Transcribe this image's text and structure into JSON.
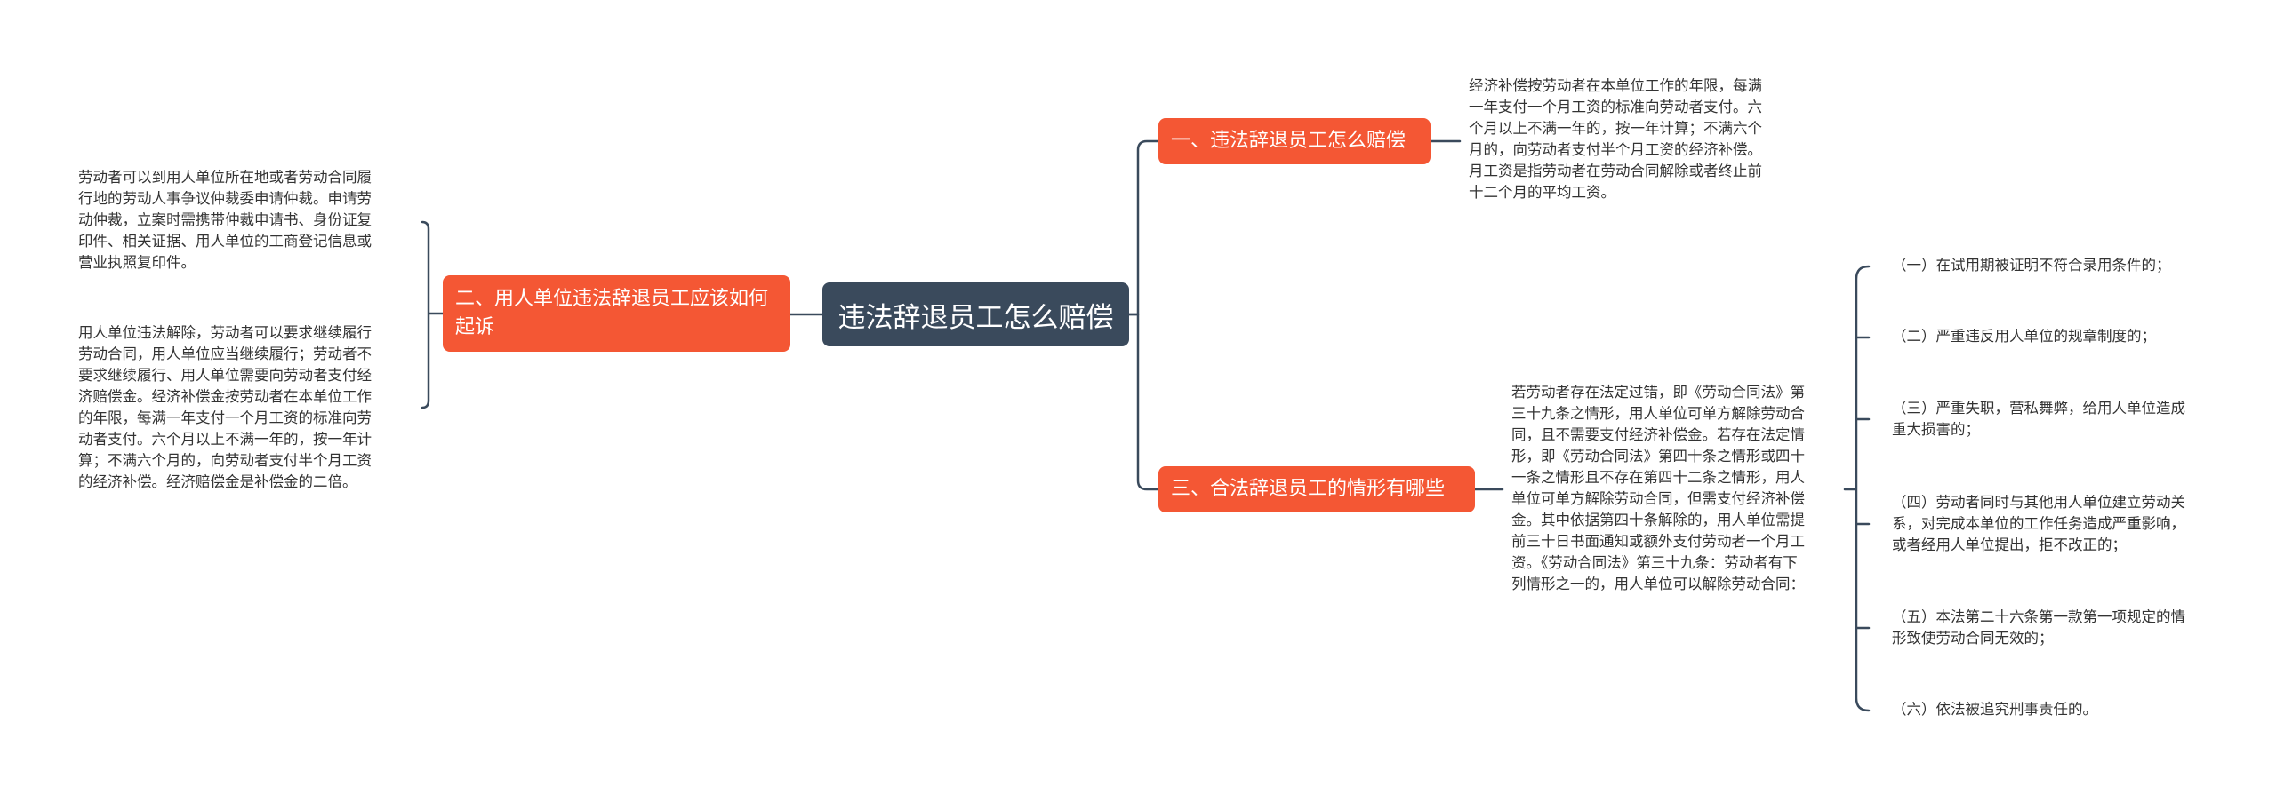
{
  "colors": {
    "root_bg": "#3a4a5c",
    "branch_bg": "#f45734",
    "line": "#3a4a5c",
    "text": "#333333"
  },
  "root": {
    "label": "违法辞退员工怎么赔偿"
  },
  "branches": [
    {
      "label": "一、违法辞退员工怎么赔偿",
      "notes": [
        "经济补偿按劳动者在本单位工作的年限，每满\n一年支付一个月工资的标准向劳动者支付。六\n个月以上不满一年的，按一年计算；不满六个\n月的，向劳动者支付半个月工资的经济补偿。\n月工资是指劳动者在劳动合同解除或者终止前\n十二个月的平均工资。"
      ]
    },
    {
      "label": "二、用人单位违法辞退员工应该如何起诉",
      "notes": [
        "劳动者可以到用人单位所在地或者劳动合同履\n行地的劳动人事争议仲裁委申请仲裁。申请劳\n动仲裁，立案时需携带仲裁申请书、身份证复\n印件、相关证据、用人单位的工商登记信息或\n营业执照复印件。",
        "用人单位违法解除，劳动者可以要求继续履行\n劳动合同，用人单位应当继续履行；劳动者不\n要求继续履行、用人单位需要向劳动者支付经\n济赔偿金。经济补偿金按劳动者在本单位工作\n的年限，每满一年支付一个月工资的标准向劳\n动者支付。六个月以上不满一年的，按一年计\n算；不满六个月的，向劳动者支付半个月工资\n的经济补偿。经济赔偿金是补偿金的二倍。"
      ]
    },
    {
      "label": "三、合法辞退员工的情形有哪些",
      "notes": [
        "若劳动者存在法定过错，即《劳动合同法》第\n三十九条之情形，用人单位可单方解除劳动合\n同，且不需要支付经济补偿金。若存在法定情\n形，即《劳动合同法》第四十条之情形或四十\n一条之情形且不存在第四十二条之情形，用人\n单位可单方解除劳动合同，但需支付经济补偿\n金。其中依据第四十条解除的，用人单位需提\n前三十日书面通知或额外支付劳动者一个月工\n资。《劳动合同法》第三十九条：劳动者有下\n列情形之一的，用人单位可以解除劳动合同："
      ],
      "items": [
        "（一）在试用期被证明不符合录用条件的；",
        "（二）严重违反用人单位的规章制度的；",
        "（三）严重失职，营私舞弊，给用人单位造成\n重大损害的；",
        "（四）劳动者同时与其他用人单位建立劳动关\n系，对完成本单位的工作任务造成严重影响，\n或者经用人单位提出，拒不改正的；",
        "（五）本法第二十六条第一款第一项规定的情\n形致使劳动合同无效的；",
        "（六）依法被追究刑事责任的。"
      ]
    }
  ]
}
